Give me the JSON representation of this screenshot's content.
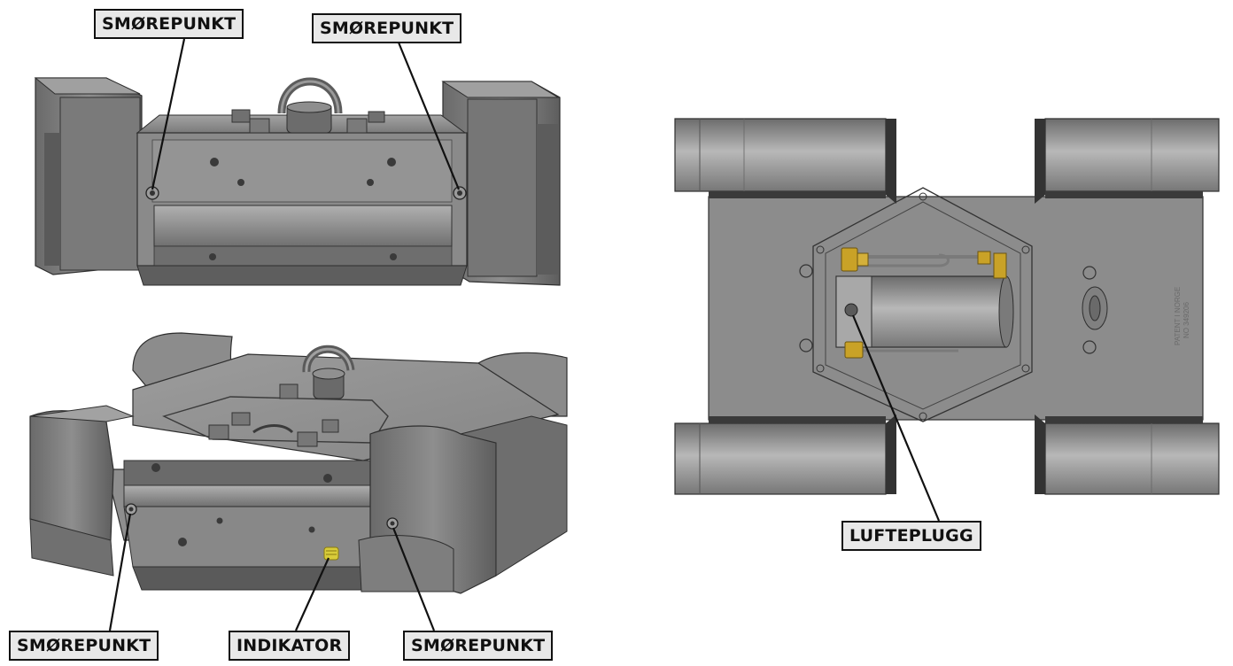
{
  "callouts": {
    "top_left": "SMØREPUNKT",
    "top_right": "SMØREPUNKT",
    "bottom_left": "SMØREPUNKT",
    "bottom_middle": "INDIKATOR",
    "bottom_right": "SMØREPUNKT",
    "right_view": "LUFTEPLUGG"
  },
  "engraving": {
    "line1": "PATENT I NORGE",
    "line2": "NO 349206"
  },
  "colors": {
    "body_light": "#9a9a9a",
    "body_mid": "#7c7c7c",
    "body_dark": "#4a4a4a",
    "edge": "#2e2e2e",
    "brass": "#c9a227",
    "indicator": "#d8cc3a",
    "label_bg": "#e8e8e8"
  }
}
